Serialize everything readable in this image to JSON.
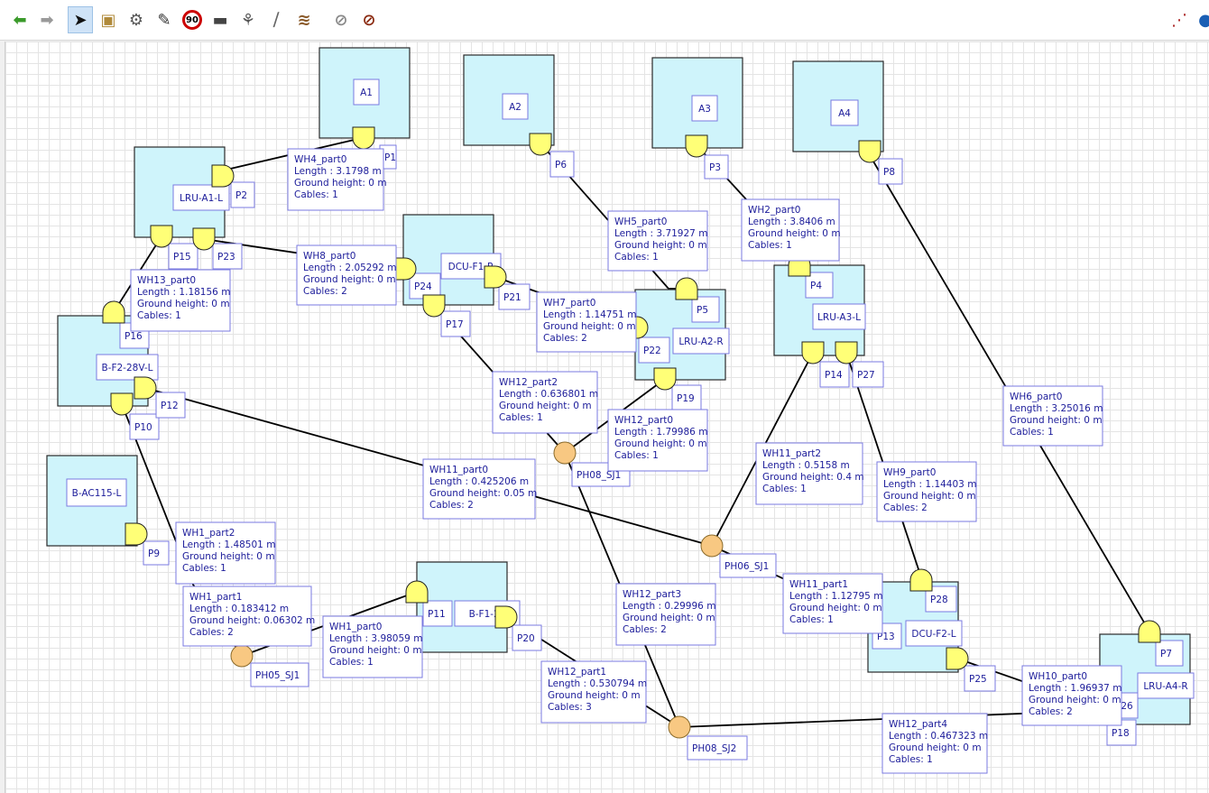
{
  "toolbar": {
    "icons": [
      {
        "name": "undo-icon",
        "glyph": "⬅",
        "color": "#3a9a2a"
      },
      {
        "name": "redo-icon",
        "glyph": "➡",
        "color": "#9a9a9a"
      },
      {
        "name": "select-pointer-icon",
        "glyph": "➤",
        "color": "#111111",
        "selected": true
      },
      {
        "name": "equipment-icon",
        "glyph": "▣",
        "color": "#b08a3a"
      },
      {
        "name": "connector-icon",
        "glyph": "⚙",
        "color": "#555555"
      },
      {
        "name": "wire-tool-icon",
        "glyph": "✎",
        "color": "#333333"
      },
      {
        "name": "speed-limit-icon",
        "glyph": "90",
        "color": "#cc0000"
      },
      {
        "name": "device-icon",
        "glyph": "▬",
        "color": "#444444"
      },
      {
        "name": "splice-icon",
        "glyph": "⚘",
        "color": "#555555"
      },
      {
        "name": "cable-icon",
        "glyph": "⧸",
        "color": "#666666"
      },
      {
        "name": "bundle-icon",
        "glyph": "≋",
        "color": "#8a5a2a"
      },
      {
        "name": "disabled-icon",
        "glyph": "⊘",
        "color": "#8a8a8a"
      },
      {
        "name": "prohibited-icon",
        "glyph": "⊘",
        "color": "#8a2a10"
      }
    ],
    "right_icons": [
      {
        "name": "graph-layout-icon",
        "glyph": "⋰",
        "color": "#aa2222"
      },
      {
        "name": "globe-icon",
        "glyph": "●",
        "color": "#1a5fb4"
      }
    ]
  },
  "colors": {
    "box_fill": "#cff4fb",
    "connector_fill": "#ffff77",
    "splice_fill": "#f8c882",
    "label_border": "#7a7ae0",
    "text": "#1c1c9a",
    "wire": "#000000"
  },
  "equipment": [
    {
      "id": "A1",
      "label": "A1"
    },
    {
      "id": "A2",
      "label": "A2"
    },
    {
      "id": "A3",
      "label": "A3"
    },
    {
      "id": "A4",
      "label": "A4"
    },
    {
      "id": "LRU-A1-L",
      "label": "LRU-A1-L"
    },
    {
      "id": "DCU-F1-R",
      "label": "DCU-F1-R"
    },
    {
      "id": "LRU-A2-R",
      "label": "LRU-A2-R"
    },
    {
      "id": "LRU-A3-L",
      "label": "LRU-A3-L"
    },
    {
      "id": "B-F2-28V-L",
      "label": "B-F2-28V-L"
    },
    {
      "id": "B-AC115-L",
      "label": "B-AC115-L"
    },
    {
      "id": "B-F1-28",
      "label": "B-F1-28"
    },
    {
      "id": "DCU-F2-L",
      "label": "DCU-F2-L"
    },
    {
      "id": "LRU-A4-R",
      "label": "LRU-A4-R"
    }
  ],
  "ports": [
    "P1",
    "P2",
    "P3",
    "P4",
    "P5",
    "P6",
    "P7",
    "P8",
    "P9",
    "P10",
    "P11",
    "P12",
    "P13",
    "P14",
    "P15",
    "P16",
    "P17",
    "P18",
    "P19",
    "P20",
    "P21",
    "P22",
    "P23",
    "P24",
    "P25",
    "P26",
    "P27",
    "P28"
  ],
  "splices": [
    "PH05_SJ1",
    "PH06_SJ1",
    "PH08_SJ1",
    "PH08_SJ2"
  ],
  "wires": [
    {
      "name": "WH4_part0",
      "length": "3.1798 m",
      "ground": "0 m",
      "cables": "1"
    },
    {
      "name": "WH5_part0",
      "length": "3.71927 m",
      "ground": "0 m",
      "cables": "1"
    },
    {
      "name": "WH2_part0",
      "length": "3.8406 m",
      "ground": "0 m",
      "cables": "1"
    },
    {
      "name": "WH8_part0",
      "length": "2.05292 m",
      "ground": "0 m",
      "cables": "2"
    },
    {
      "name": "WH13_part0",
      "length": "1.18156 m",
      "ground": "0 m",
      "cables": "1"
    },
    {
      "name": "WH7_part0",
      "length": "1.14751 m",
      "ground": "0 m",
      "cables": "2"
    },
    {
      "name": "WH12_part2",
      "length": "0.636801 m",
      "ground": "0 m",
      "cables": "1"
    },
    {
      "name": "WH12_part0",
      "length": "1.79986 m",
      "ground": "0 m",
      "cables": "1"
    },
    {
      "name": "WH6_part0",
      "length": "3.25016 m",
      "ground": "0 m",
      "cables": "1"
    },
    {
      "name": "WH11_part2",
      "length": "0.5158 m",
      "ground": "0.4 m",
      "cables": "1"
    },
    {
      "name": "WH9_part0",
      "length": "1.14403 m",
      "ground": "0 m",
      "cables": "2"
    },
    {
      "name": "WH11_part0",
      "length": "0.425206 m",
      "ground": "0.05 m",
      "cables": "2"
    },
    {
      "name": "WH1_part2",
      "length": "1.48501 m",
      "ground": "0 m",
      "cables": "1"
    },
    {
      "name": "WH1_part1",
      "length": "0.183412 m",
      "ground": "0.06302 m",
      "cables": "2"
    },
    {
      "name": "WH1_part0",
      "length": "3.98059 m",
      "ground": "0 m",
      "cables": "1"
    },
    {
      "name": "WH12_part3",
      "length": "0.29996 m",
      "ground": "0 m",
      "cables": "2"
    },
    {
      "name": "WH11_part1",
      "length": "1.12795 m",
      "ground": "0 m",
      "cables": "1"
    },
    {
      "name": "WH12_part1",
      "length": "0.530794 m",
      "ground": "0 m",
      "cables": "3"
    },
    {
      "name": "WH10_part0",
      "length": "1.96937 m",
      "ground": "0 m",
      "cables": "2"
    },
    {
      "name": "WH12_part4",
      "length": "0.467323 m",
      "ground": "0 m",
      "cables": "1"
    }
  ],
  "info_prefix": {
    "length": "Length : ",
    "ground": "Ground height: ",
    "cables": "Cables: "
  }
}
